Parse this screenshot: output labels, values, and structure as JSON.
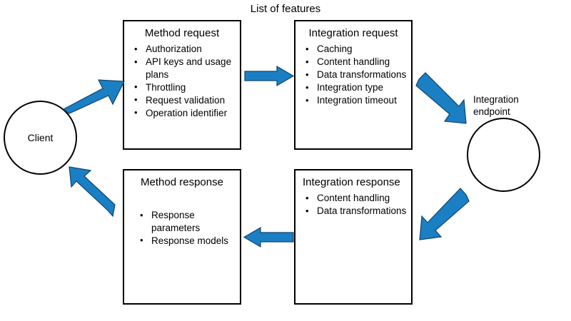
{
  "diagram": {
    "title": "List of features",
    "accent_color": "#1B7FC4",
    "outline_color": "#000000",
    "background_color": "#FFFFFF",
    "nodes": {
      "client": {
        "label": "Client",
        "shape": "circle"
      },
      "method_request": {
        "title": "Method request",
        "items": [
          "Authorization",
          "API keys and usage plans",
          "Throttling",
          "Request validation",
          "Operation identifier"
        ]
      },
      "integration_request": {
        "title": "Integration request",
        "items": [
          "Caching",
          "Content handling",
          "Data transformations",
          "Integration type",
          "Integration timeout"
        ]
      },
      "integration_endpoint": {
        "label": "Integration endpoint",
        "shape": "circle"
      },
      "integration_response": {
        "title": "Integration response",
        "items": [
          "Content handling",
          "Data transformations"
        ]
      },
      "method_response": {
        "title": "Method response",
        "items": [
          "Response parameters",
          "Response models"
        ]
      }
    },
    "arrows": [
      {
        "name": "client-to-method-request",
        "direction": "up-right"
      },
      {
        "name": "method-request-to-integration-request",
        "direction": "right"
      },
      {
        "name": "integration-request-to-endpoint",
        "direction": "down-right"
      },
      {
        "name": "endpoint-to-integration-response",
        "direction": "down-left"
      },
      {
        "name": "integration-response-to-method-response",
        "direction": "left"
      },
      {
        "name": "method-response-to-client",
        "direction": "up-left"
      }
    ]
  }
}
